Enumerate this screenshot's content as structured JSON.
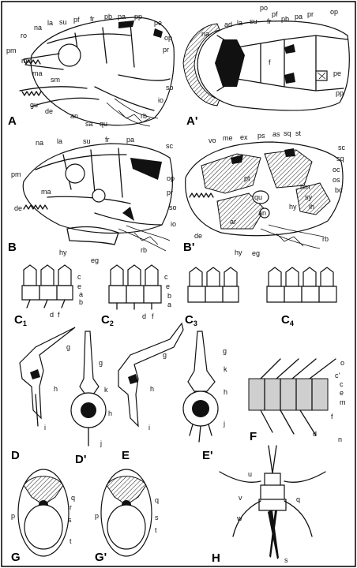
{
  "panels": {
    "A": "A",
    "A_prime": "A'",
    "B": "B",
    "B_prime": "B'",
    "C1": "C",
    "C2": "C",
    "C3": "C",
    "C4": "C",
    "C1_sub": "1",
    "C2_sub": "2",
    "C3_sub": "3",
    "C4_sub": "4",
    "D": "D",
    "D_prime": "D'",
    "E": "E",
    "E_prime": "E'",
    "F": "F",
    "G": "G",
    "G_prime": "G'",
    "H": "H"
  },
  "labels": {
    "A": [
      "ro",
      "na",
      "la",
      "su",
      "pf",
      "fr",
      "pb",
      "pa",
      "pp",
      "pe",
      "op",
      "pr",
      "pm",
      "mx",
      "ma",
      "sm",
      "so",
      "io",
      "gu",
      "de",
      "an",
      "sa",
      "qu",
      "rb"
    ],
    "A_prime": [
      "po",
      "ad",
      "la",
      "su",
      "pf",
      "fr",
      "pb",
      "pa",
      "pr",
      "op",
      "na",
      "f",
      "pe",
      "pp"
    ],
    "B": [
      "na",
      "la",
      "su",
      "fr",
      "pa",
      "sc",
      "pm",
      "ma",
      "op",
      "pr",
      "so",
      "de",
      "io",
      "hy",
      "eg",
      "rb"
    ],
    "B_prime": [
      "vo",
      "me",
      "ex",
      "ps",
      "as",
      "sq",
      "st",
      "sc",
      "sq",
      "oc",
      "os",
      "bc",
      "pt",
      "hm",
      "sy",
      "ih",
      "qu",
      "an",
      "hy",
      "ar",
      "de",
      "hy",
      "eg",
      "rb"
    ],
    "C1": [
      "c",
      "e",
      "a",
      "b",
      "d",
      "f"
    ],
    "C2": [
      "c",
      "e",
      "b",
      "a",
      "d",
      "f"
    ],
    "D": [
      "g",
      "h",
      "i"
    ],
    "D_prime": [
      "g",
      "k",
      "h",
      "j"
    ],
    "E": [
      "g",
      "h",
      "i"
    ],
    "E_prime": [
      "g",
      "k",
      "h",
      "j"
    ],
    "F": [
      "o",
      "c'",
      "c",
      "e",
      "m",
      "f",
      "d",
      "n"
    ],
    "G": [
      "q",
      "r",
      "p",
      "s",
      "t"
    ],
    "G_prime": [
      "q",
      "p",
      "s",
      "t"
    ],
    "H": [
      "u",
      "v",
      "q",
      "w",
      "s"
    ]
  }
}
